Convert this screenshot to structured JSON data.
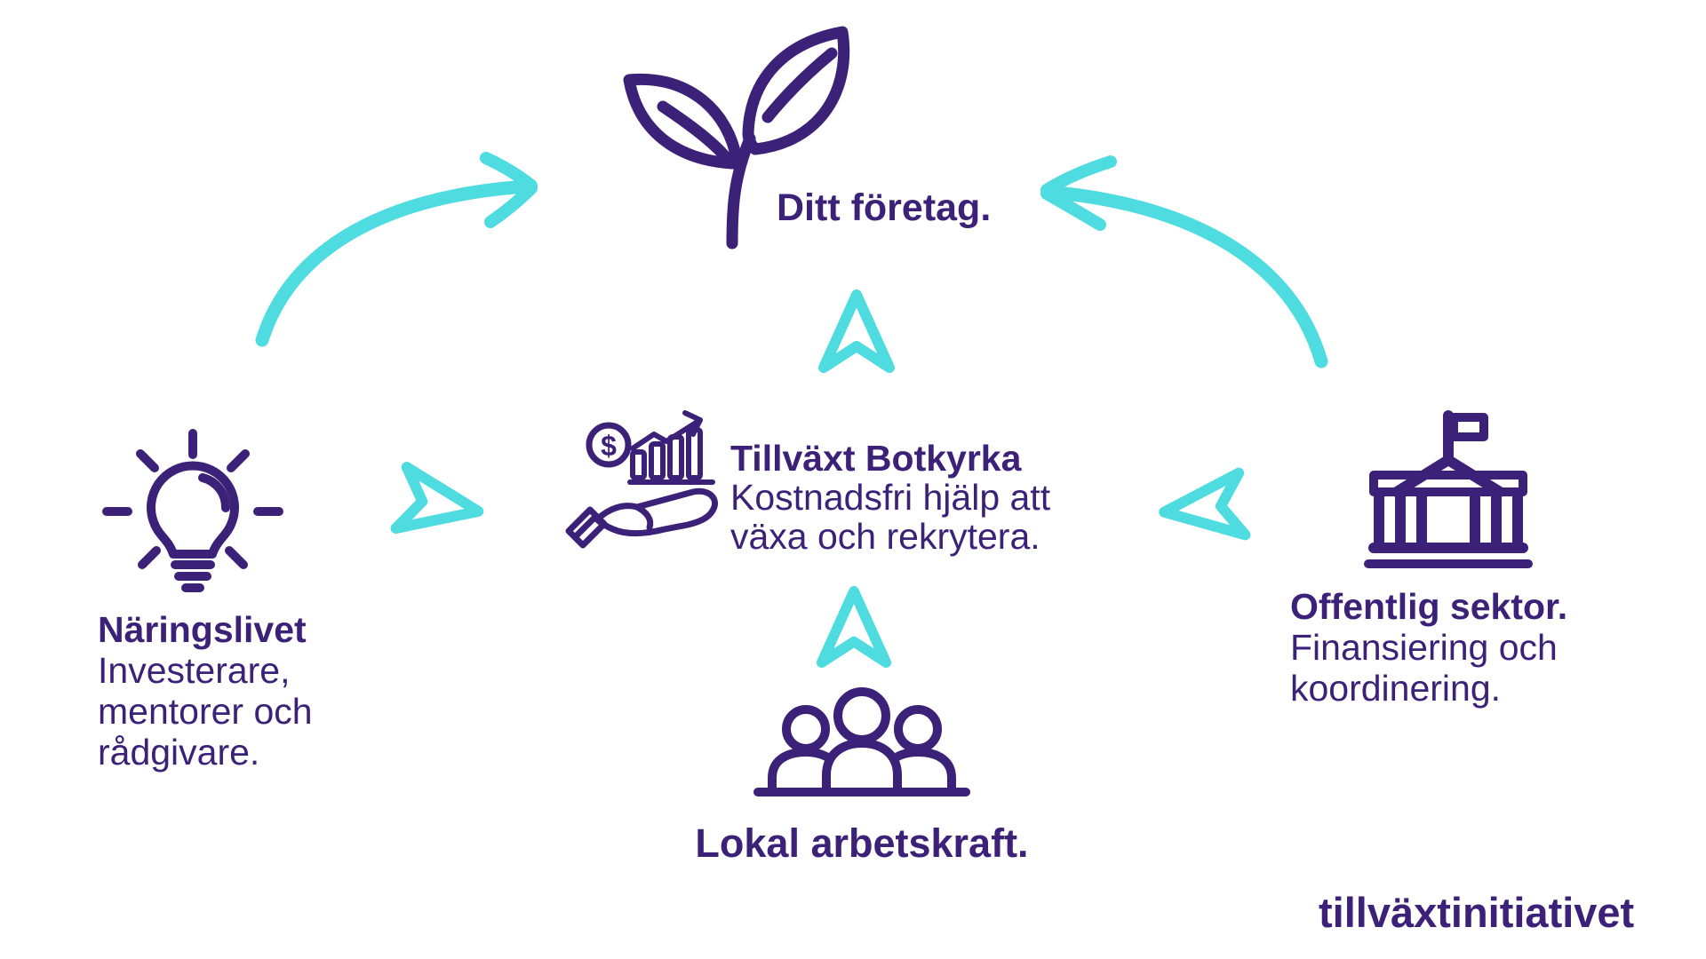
{
  "colors": {
    "purple": "#3b2178",
    "teal": "#4edce0",
    "background": "#ffffff"
  },
  "nodes": {
    "company": {
      "label": "Ditt företag.",
      "icon": "seedling-icon"
    },
    "hub": {
      "title": "Tillväxt Botkyrka",
      "desc_line1": "Kostnadsfri hjälp att",
      "desc_line2": "växa och rekrytera.",
      "icon": "hand-growth-chart-icon",
      "coin_symbol": "$"
    },
    "business": {
      "title": "Näringslivet",
      "desc_line1": "Investerare,",
      "desc_line2": "mentorer och",
      "desc_line3": "rådgivare.",
      "icon": "lightbulb-icon"
    },
    "public_sector": {
      "title": "Offentlig sektor.",
      "desc_line1": "Finansiering och",
      "desc_line2": "koordinering.",
      "icon": "government-building-icon"
    },
    "workforce": {
      "label": "Lokal arbetskraft.",
      "icon": "people-group-icon"
    }
  },
  "arrows": [
    {
      "name": "curved-arrow-business-to-company",
      "shape": "curved",
      "direction": "up-right"
    },
    {
      "name": "curved-arrow-public-sector-to-company",
      "shape": "curved",
      "direction": "up-left"
    },
    {
      "name": "chevron-arrow-hub-to-company",
      "shape": "chevron",
      "direction": "up"
    },
    {
      "name": "chevron-arrow-workforce-to-hub",
      "shape": "chevron",
      "direction": "up"
    },
    {
      "name": "chevron-arrow-business-to-hub",
      "shape": "chevron",
      "direction": "right"
    },
    {
      "name": "chevron-arrow-public-sector-to-hub",
      "shape": "chevron",
      "direction": "left"
    }
  ],
  "footer": {
    "logo_text": "tillväxtinitiativet"
  }
}
